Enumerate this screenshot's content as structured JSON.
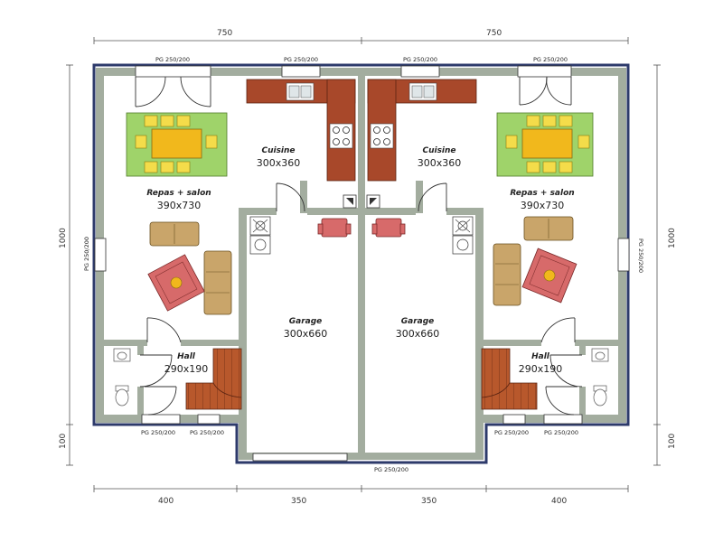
{
  "dimensions": {
    "top_left": "750",
    "top_right": "750",
    "left_main": "1000",
    "left_small": "100",
    "right_main": "1000",
    "right_small": "100",
    "bottom_1": "400",
    "bottom_2": "350",
    "bottom_3": "350",
    "bottom_4": "400"
  },
  "windows": {
    "w_top_1": "PG 250/200",
    "w_top_2": "PG 250/200",
    "w_top_3": "PG 250/200",
    "w_top_4": "PG 250/200",
    "w_left": "PG 250/200",
    "w_right": "PG 250/200",
    "w_bot_1": "PG 250/200",
    "w_bot_2": "PG 250/200",
    "w_bot_3": "PG 250/200",
    "w_bot_4": "PG 250/200",
    "w_bot_garage": "PG 250/200"
  },
  "rooms": {
    "left_kitchen_name": "Cuisine",
    "left_kitchen_size": "300x360",
    "left_living_name": "Repas + salon",
    "left_living_size": "390x730",
    "left_garage_name": "Garage",
    "left_garage_size": "300x660",
    "left_hall_name": "Hall",
    "left_hall_size": "290x190",
    "right_kitchen_name": "Cuisine",
    "right_kitchen_size": "300x360",
    "right_living_name": "Repas + salon",
    "right_living_size": "390x730",
    "right_garage_name": "Garage",
    "right_garage_size": "300x660",
    "right_hall_name": "Hall",
    "right_hall_size": "290x190"
  },
  "colors": {
    "wall": "#a3ad9f",
    "outline": "#2d3a6b",
    "counter": "#a8482a",
    "rug_green": "#9fd36a",
    "table": "#f1b81c",
    "chair": "#f4dc4a",
    "sofa": "#c9a56a",
    "rug_red": "#d76a6a",
    "stairs": "#b8582c"
  }
}
